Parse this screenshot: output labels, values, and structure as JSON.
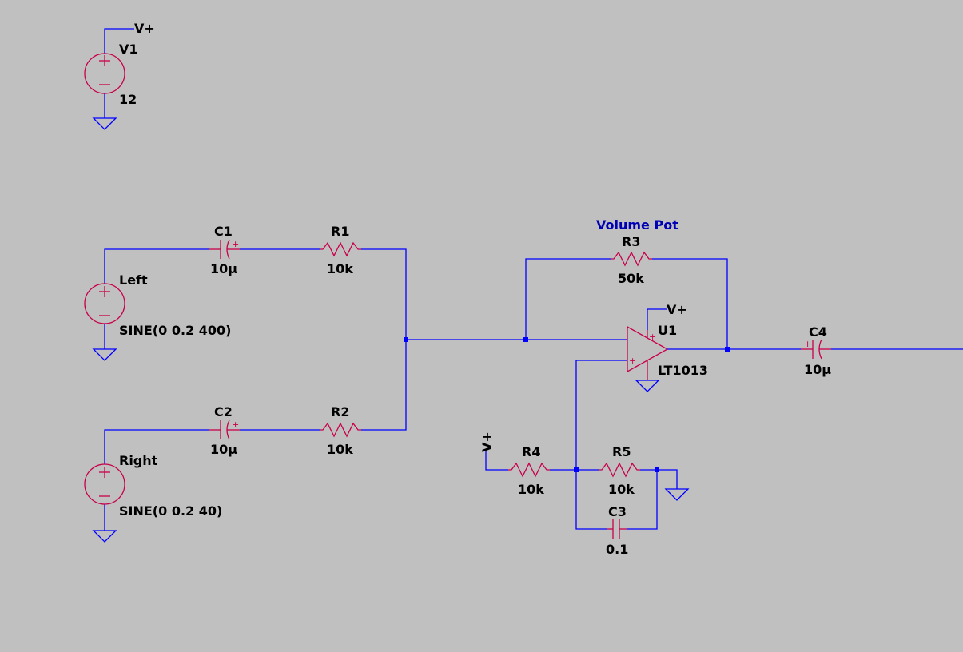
{
  "colors": {
    "background": "#c0c0c0",
    "wire": "#0000ff",
    "component": "#c8004a",
    "label": "#000000",
    "comment": "#0000b4"
  },
  "components": {
    "V1": {
      "name": "V1",
      "value": "12"
    },
    "Vleft": {
      "name": "Left",
      "value": "SINE(0 0.2 400)"
    },
    "Vright": {
      "name": "Right",
      "value": "SINE(0 0.2 40)"
    },
    "C1": {
      "name": "C1",
      "value": "10µ"
    },
    "C2": {
      "name": "C2",
      "value": "10µ"
    },
    "C3": {
      "name": "C3",
      "value": "0.1"
    },
    "C4": {
      "name": "C4",
      "value": "10µ"
    },
    "R1": {
      "name": "R1",
      "value": "10k"
    },
    "R2": {
      "name": "R2",
      "value": "10k"
    },
    "R3": {
      "name": "R3",
      "value": "50k"
    },
    "R4": {
      "name": "R4",
      "value": "10k"
    },
    "R5": {
      "name": "R5",
      "value": "10k"
    },
    "U1": {
      "name": "U1",
      "value": "LT1013"
    }
  },
  "net_labels": {
    "vplus": "V+"
  },
  "comment": "Volume Pot",
  "symbols": {
    "plus": "+",
    "minus": "−"
  }
}
